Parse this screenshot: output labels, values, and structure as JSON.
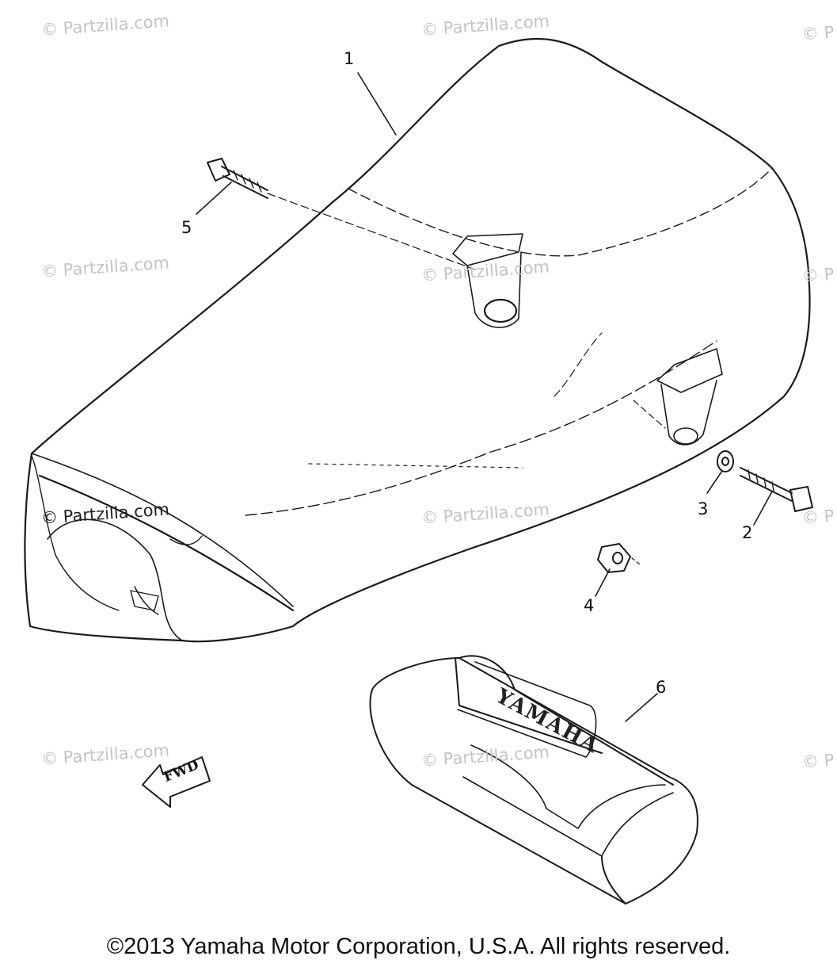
{
  "watermarks": [
    {
      "text": "© Partzilla.com"
    },
    {
      "text": "© Partzilla.com"
    },
    {
      "text": "© P"
    },
    {
      "text": "© Partzilla.com"
    },
    {
      "text": "© Partzilla.com"
    },
    {
      "text": "© P"
    },
    {
      "text": "© Partzilla.com"
    },
    {
      "text": "© Partzilla.com"
    },
    {
      "text": "© P"
    },
    {
      "text": "© Partzilla.com"
    },
    {
      "text": "© Partzilla.com"
    },
    {
      "text": "© P"
    }
  ],
  "callouts": [
    "1",
    "2",
    "3",
    "4",
    "5",
    "6"
  ],
  "fwd_label": "FWD",
  "bag_brand": "YAMAHA",
  "copyright": "©2013 Yamaha Motor Corporation, U.S.A. All rights reserved."
}
